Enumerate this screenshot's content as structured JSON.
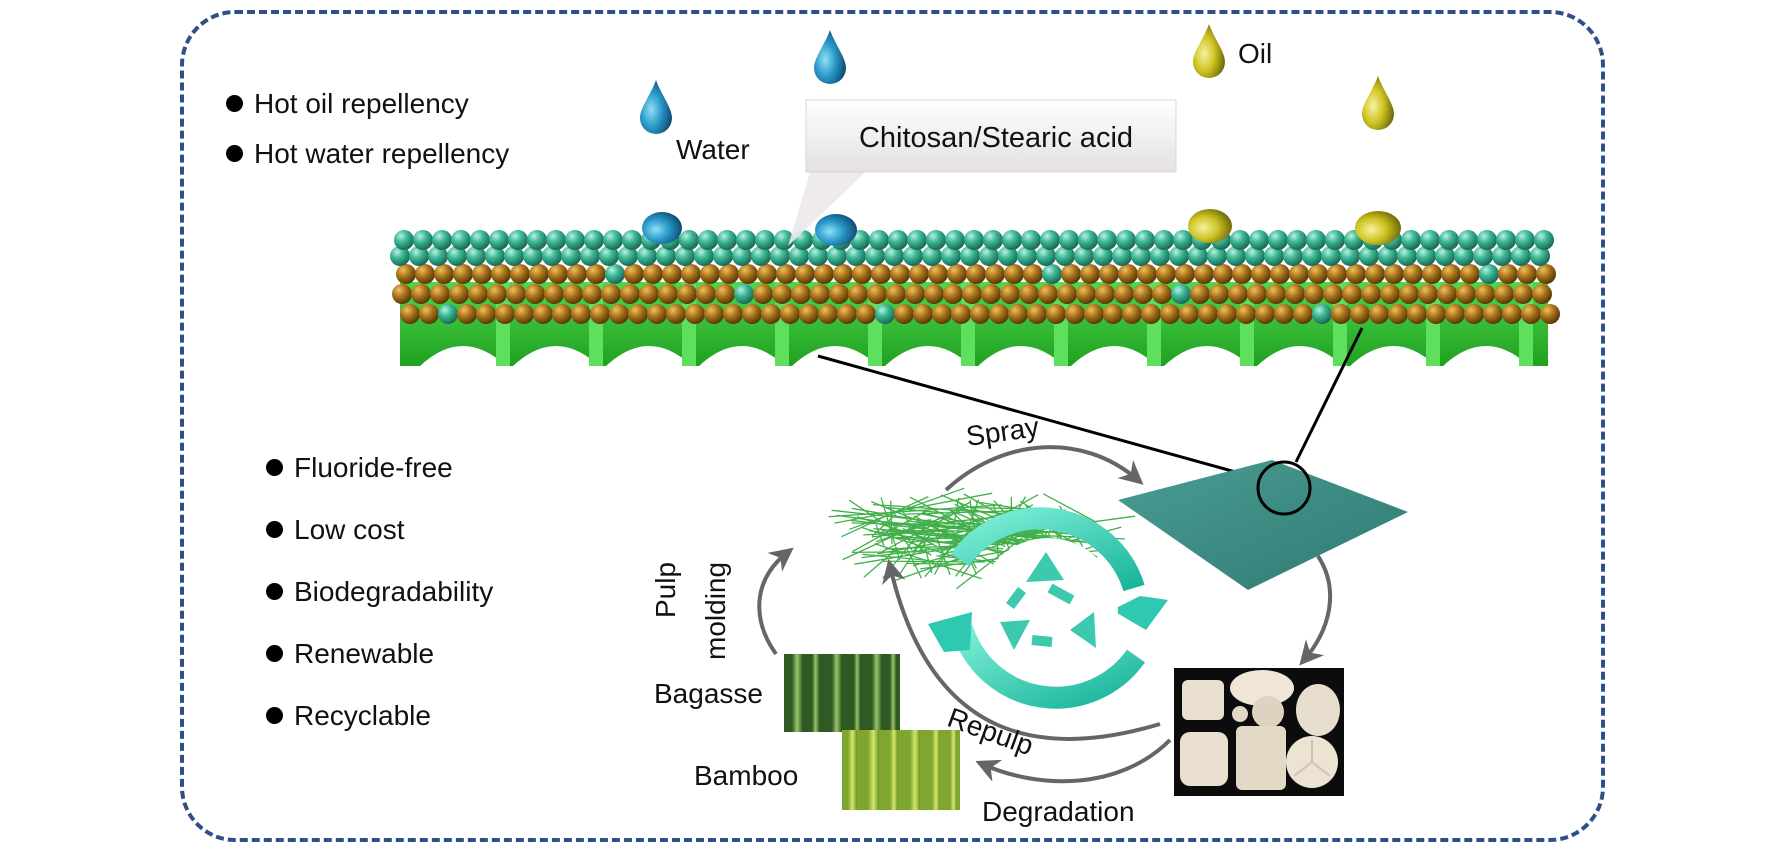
{
  "features_top": [
    "Hot oil repellency",
    "Hot water repellency"
  ],
  "features_bottom": [
    "Fluoride-free",
    "Low cost",
    "Biodegradability",
    "Renewable",
    "Recyclable"
  ],
  "labels": {
    "water": "Water",
    "oil": "Oil",
    "coating": "Chitosan/Stearic acid",
    "spray": "Spray",
    "pulp_molding_1": "Pulp",
    "pulp_molding_2": "molding",
    "bagasse": "Bagasse",
    "bamboo": "Bamboo",
    "repulp": "Repulp",
    "degradation": "Degradation"
  },
  "colors": {
    "frame": "#2f4f88",
    "water_drop": "#1f86b8",
    "oil_drop": "#c8c21a",
    "coating_sphere": "#3aa88a",
    "stearic_sphere": "#9a6a12",
    "fiber_wall": "#3cc83c",
    "paper_sheet": "#3f8f86",
    "recycle": "#2ec9b0",
    "arrow": "#666666"
  },
  "icons": [
    "water-drop-icon",
    "oil-drop-icon",
    "recycle-icon"
  ]
}
